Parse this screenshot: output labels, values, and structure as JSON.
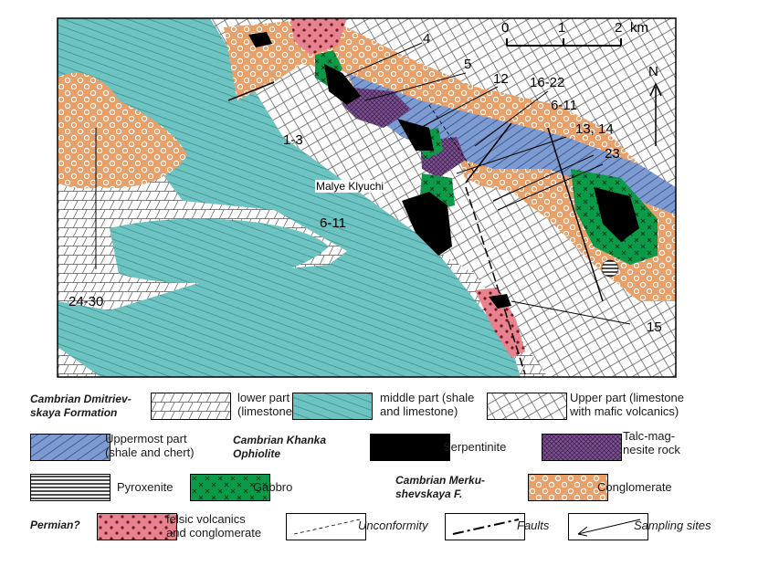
{
  "scale": {
    "ticks": [
      "0",
      "1",
      "2"
    ],
    "unit": "km"
  },
  "north_label": "N",
  "place": "Malye Klyuchi",
  "site_labels": [
    "4",
    "5",
    "12",
    "16-22",
    "6-11",
    "13, 14",
    "23",
    "1-3",
    "6-11",
    "24-30",
    "15"
  ],
  "legend": {
    "dmitrievskaya": "Cambrian Dmitriev-\nskaya Formation",
    "lower": "lower part\n(limestone)",
    "middle": "middle part (shale\nand limestone)",
    "upper": "Upper part (limestone\nwith mafic volcanics)",
    "uppermost": "Uppermost part\n(shale and chert)",
    "khanka": "Cambrian Khanka\nOphiolite",
    "serpentinite": "Serpentinite",
    "talc": "Talc-mag-\nnesite rock",
    "pyroxenite": "Pyroxenite",
    "gabbro": "Gabbro",
    "merkushevskaya": "Cambrian Merku-\nshevskaya F.",
    "conglomerate": "Conglomerate",
    "permian": "Permian?",
    "felsic": "felsic volcanics\nand conglomerate",
    "unconformity": "Unconformity",
    "faults": "Faults",
    "sampling": "Sampling sites"
  },
  "colors": {
    "limestone_bg": "#ffffff",
    "shale_teal": "#6cc3c1",
    "chert_blue": "#7d9bd1",
    "serpentinite": "#000000",
    "talc_purple": "#7b4f8e",
    "gabbro_green": "#0b9a48",
    "conglomerate_orange": "#e8a06a",
    "felsic_pink": "#e9828f"
  }
}
